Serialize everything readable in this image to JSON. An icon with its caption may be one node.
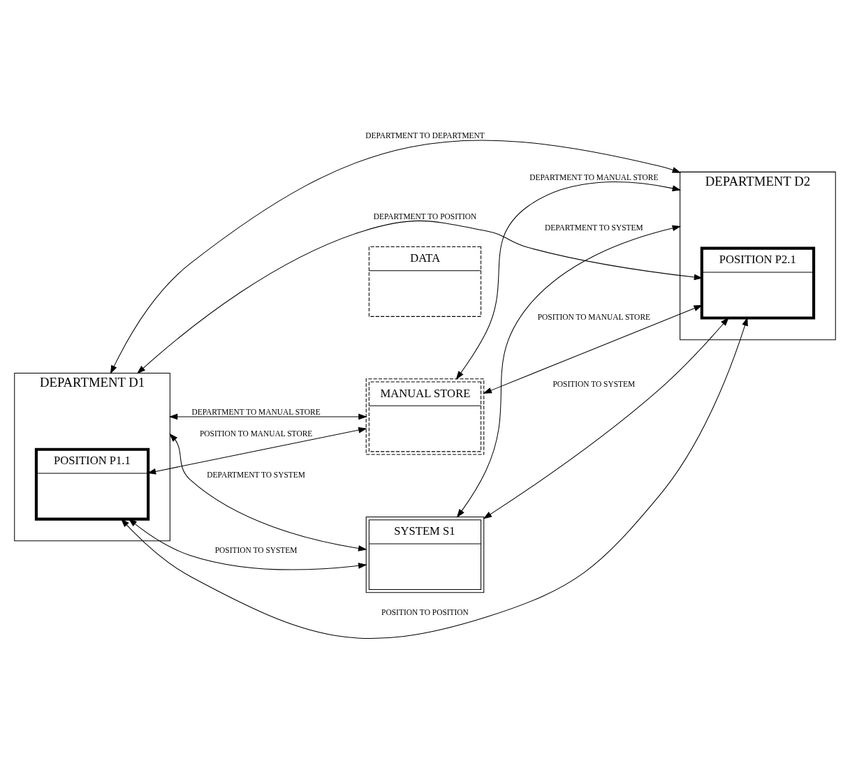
{
  "diagram": {
    "nodes": [
      {
        "text": [
          "DEPARTMENT D1"
        ]
      },
      {
        "text": [
          "POSITION P1.1"
        ],
        "in": 0
      },
      {
        "text": [
          "DEPARTMENT D2"
        ]
      },
      {
        "text": [
          "POSITION P2.1"
        ],
        "in": 2
      },
      {
        "text": [
          "DATA"
        ]
      },
      {
        "text": [
          "MANUAL STORE"
        ]
      },
      {
        "text": [
          "SYSTEM S1"
        ]
      }
    ],
    "edges": [
      {
        "from": 0,
        "to": 2,
        "arrow": "both",
        "label": "DEPARTMENT TO DEPARTMENT"
      },
      {
        "from": 0,
        "to": 3,
        "arrow": "both",
        "label": "DEPARTMENT TO POSITION"
      },
      {
        "from": 1,
        "to": 3,
        "arrow": "both",
        "label": "POSITION TO POSITION"
      },
      {
        "from": 1,
        "to": 5,
        "arrow": "both",
        "label": "POSITION TO MANUAL STORE"
      },
      {
        "from": 0,
        "to": 5,
        "arrow": "both",
        "label": "DEPARTMENT TO MANUAL STORE"
      },
      {
        "from": 5,
        "to": 3,
        "arrow": "both",
        "label": "POSITION TO MANUAL STORE"
      },
      {
        "from": 5,
        "to": 2,
        "arrow": "both",
        "label": "DEPARTMENT TO MANUAL STORE"
      },
      {
        "from": 1,
        "to": 6,
        "arrow": "both",
        "label": "POSITION TO SYSTEM"
      },
      {
        "from": 0,
        "to": 6,
        "arrow": "both",
        "label": "DEPARTMENT TO SYSTEM"
      },
      {
        "from": 6,
        "to": 3,
        "arrow": "both",
        "label": "POSITION TO SYSTEM"
      },
      {
        "from": 6,
        "to": 2,
        "arrow": "both",
        "label": "DEPARTMENT TO SYSTEM"
      }
    ]
  }
}
